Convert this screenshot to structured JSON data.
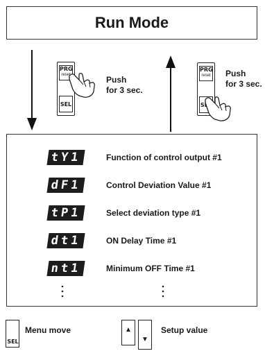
{
  "header": {
    "title": "Run Mode"
  },
  "transitions": {
    "enter": {
      "push": "Push",
      "duration": "for 3 sec.",
      "key_top": "PRG",
      "key_sub": "reset",
      "key_bottom": "SEL"
    },
    "exit": {
      "push": "Push",
      "duration": "for 3 sec.",
      "key_top": "PRG",
      "key_sub": "reset",
      "key_bottom": "SEL"
    }
  },
  "parameters": [
    {
      "code": "tY1",
      "label": "Function of control output #1"
    },
    {
      "code": "dF1",
      "label": "Control Deviation Value #1"
    },
    {
      "code": "tP1",
      "label": "Select deviation type #1"
    },
    {
      "code": "dt1",
      "label": "ON Delay Time #1"
    },
    {
      "code": "nt1",
      "label": "Minimum OFF Time #1"
    }
  ],
  "legend": {
    "sel_key": "SEL",
    "menu_move": "Menu move",
    "up_arrow": "▲",
    "down_arrow": "▼",
    "setup_value": "Setup value"
  }
}
